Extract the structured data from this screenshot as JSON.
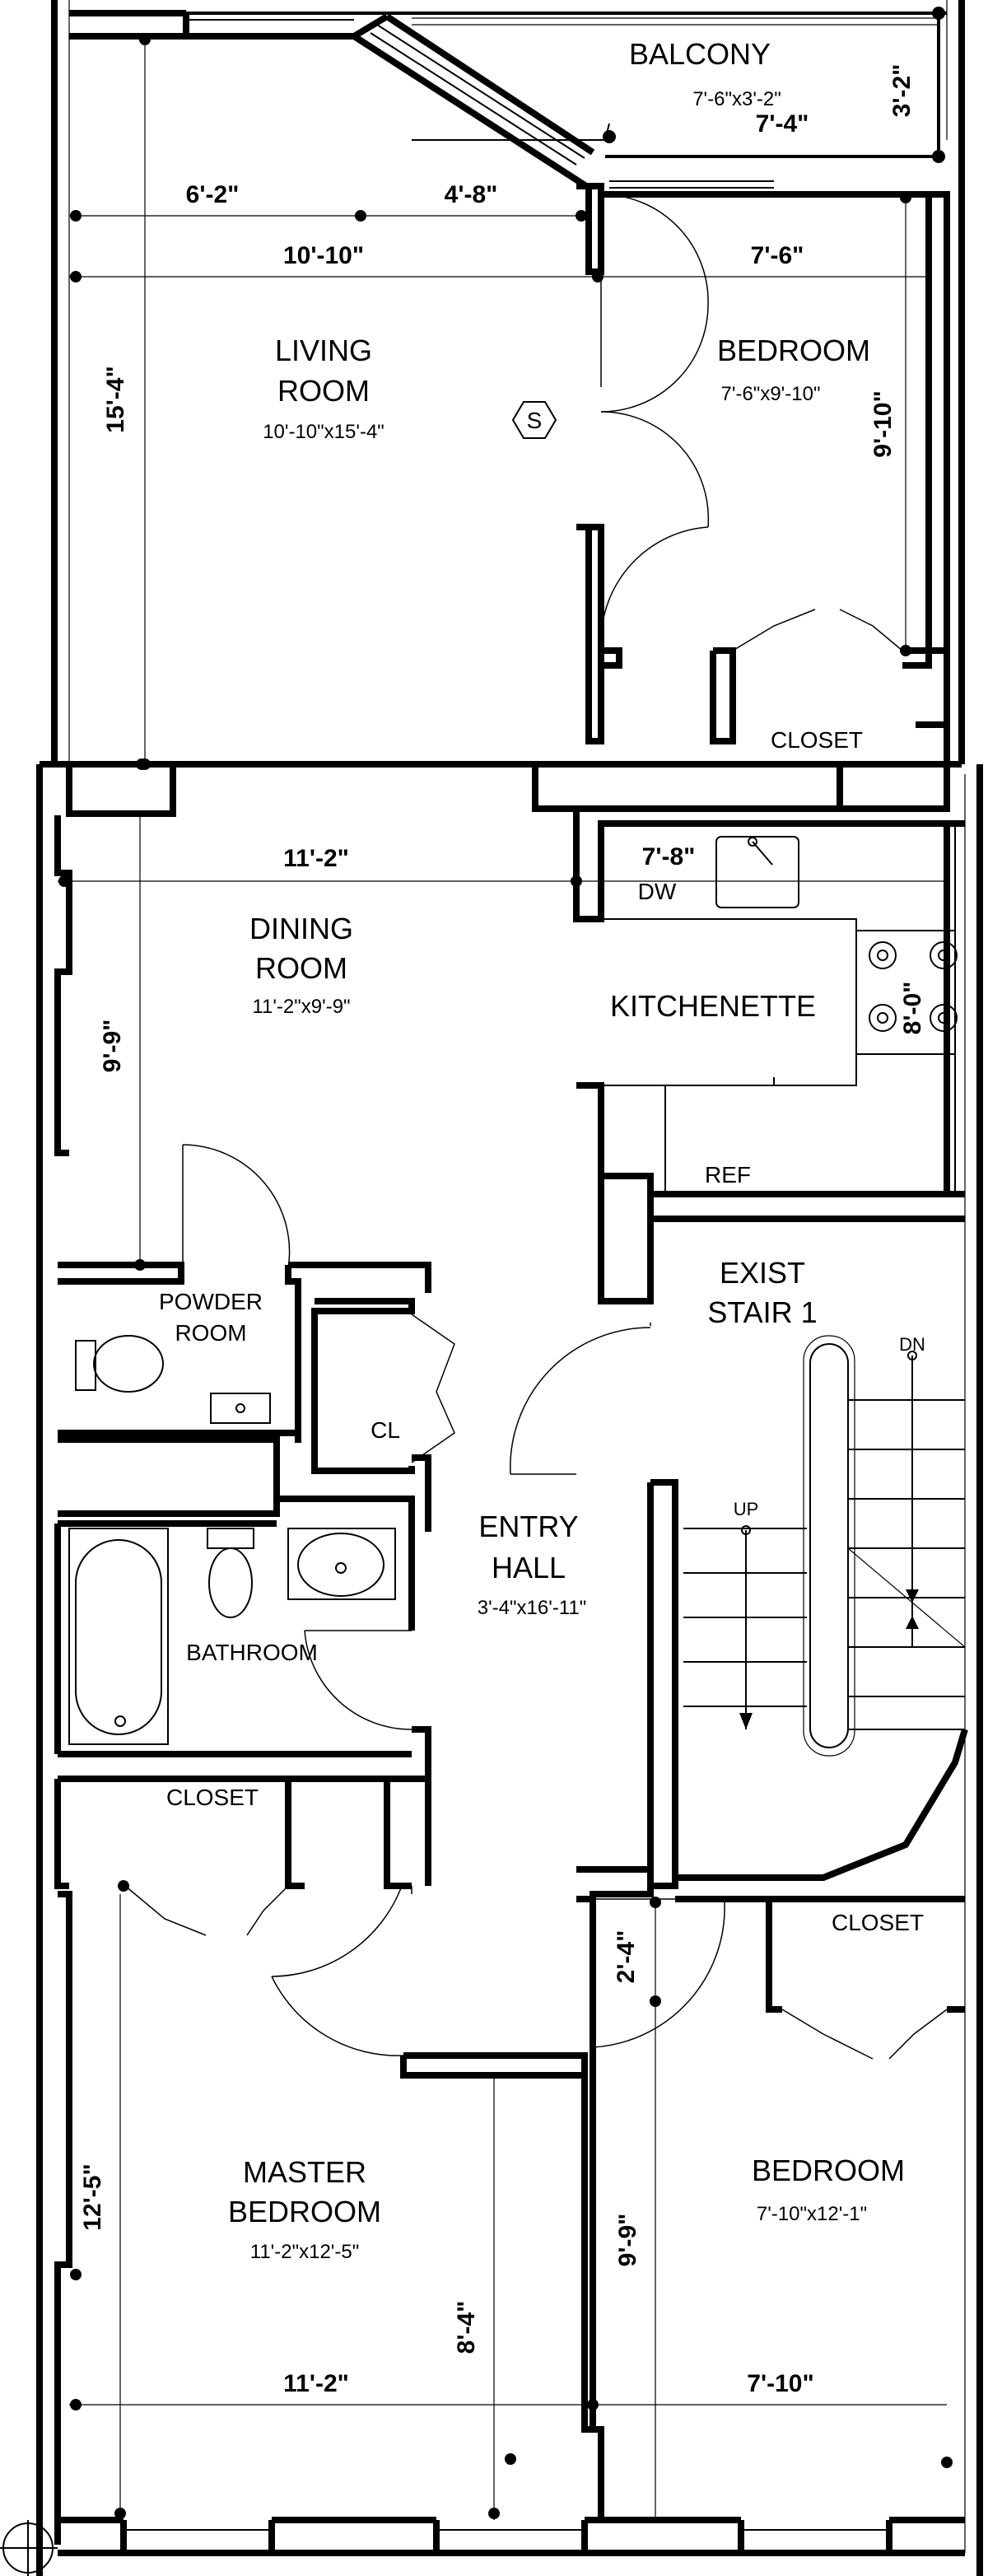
{
  "rooms": {
    "balcony": {
      "name": "BALCONY",
      "dims": "7'-6\"x3'-2\""
    },
    "living_room": {
      "name_line1": "LIVING",
      "name_line2": "ROOM",
      "dims": "10'-10\"x15'-4\""
    },
    "bedroom_top": {
      "name": "BEDROOM",
      "dims": "7'-6\"x9'-10\""
    },
    "closet_top": {
      "name": "CLOSET"
    },
    "dining_room": {
      "name_line1": "DINING",
      "name_line2": "ROOM",
      "dims": "11'-2\"x9'-9\""
    },
    "kitchenette": {
      "name": "KITCHENETTE",
      "dw": "DW",
      "ref": "REF"
    },
    "powder_room": {
      "name_line1": "POWDER",
      "name_line2": "ROOM"
    },
    "cl": {
      "name": "CL"
    },
    "exist_stair": {
      "name_line1": "EXIST",
      "name_line2": "STAIR 1",
      "dn": "DN",
      "up": "UP"
    },
    "entry_hall": {
      "name_line1": "ENTRY",
      "name_line2": "HALL",
      "dims": "3'-4\"x16'-11\""
    },
    "bathroom": {
      "name": "BATHROOM"
    },
    "closet_mid": {
      "name": "CLOSET"
    },
    "closet_right": {
      "name": "CLOSET"
    },
    "master_bedroom": {
      "name_line1": "MASTER",
      "name_line2": "BEDROOM",
      "dims": "11'-2\"x12'-5\""
    },
    "bedroom_bottom": {
      "name": "BEDROOM",
      "dims": "7'-10\"x12'-1\""
    }
  },
  "dimensions": {
    "d_6_2": "6'-2\"",
    "d_4_8": "4'-8\"",
    "d_10_10": "10'-10\"",
    "d_7_6": "7'-6\"",
    "d_7_4": "7'-4\"",
    "d_3_2": "3'-2\"",
    "d_15_4": "15'-4\"",
    "d_9_10": "9'-10\"",
    "d_11_2_top": "11'-2\"",
    "d_7_8": "7'-8\"",
    "d_9_9_left": "9'-9\"",
    "d_8_0": "8'-0\"",
    "d_2_4": "2'-4\"",
    "d_12_5": "12'-5\"",
    "d_9_9_right": "9'-9\"",
    "d_8_4": "8'-4\"",
    "d_11_2_bottom": "11'-2\"",
    "d_7_10": "7'-10\""
  },
  "symbols": {
    "smoke_detector": "S"
  }
}
